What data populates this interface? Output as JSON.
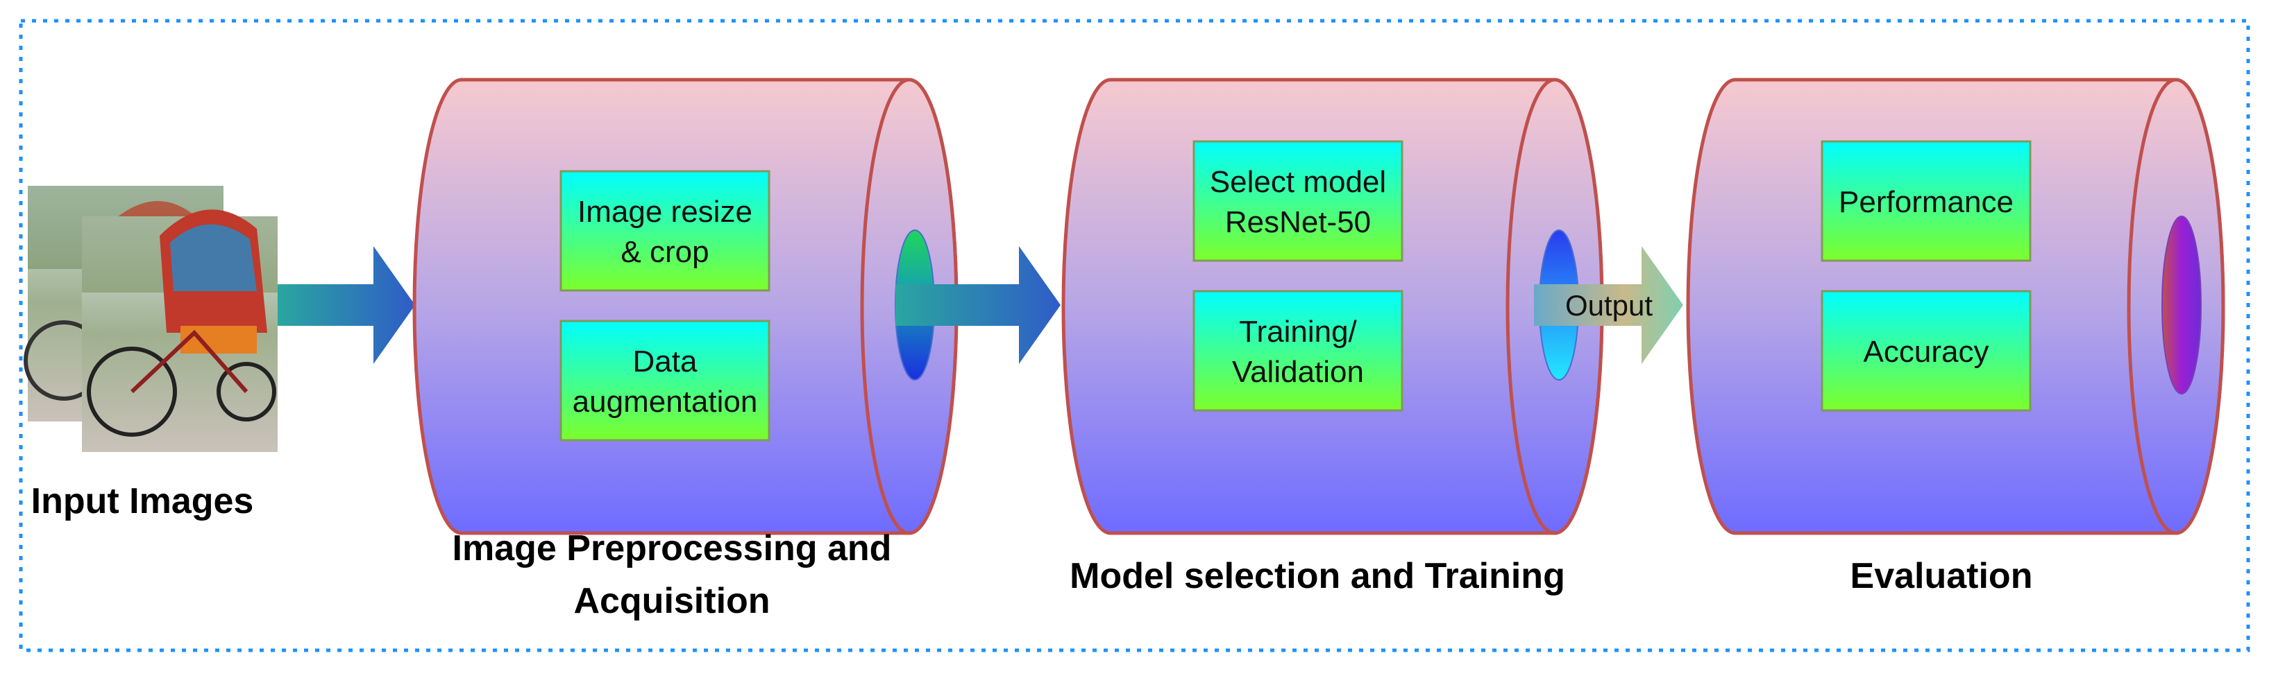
{
  "input": {
    "label": "Input Images"
  },
  "stages": [
    {
      "title_line1": "Image Preprocessing and",
      "title_line2": "Acquisition",
      "boxes": [
        {
          "line1": "Image resize",
          "line2": "& crop"
        },
        {
          "line1": "Data",
          "line2": "augmentation"
        }
      ]
    },
    {
      "title_line1": "Model selection and Training",
      "boxes": [
        {
          "line1": "Select model",
          "line2": "ResNet-50"
        },
        {
          "line1": "Training/",
          "line2": "Validation"
        }
      ]
    },
    {
      "title_line1": "Evaluation",
      "boxes": [
        {
          "line1": "Performance"
        },
        {
          "line1": "Accuracy"
        }
      ]
    }
  ],
  "connector": {
    "output_label": "Output"
  },
  "colors": {
    "frame": "#1e90ff",
    "cylinder_top": "#f6c9cf",
    "cylinder_bottom": "#6f6cff",
    "cylinder_stroke": "#c0504d",
    "box_top": "#00ffff",
    "box_bottom": "#7cff2a",
    "arrow_start": "#2aa6a0",
    "arrow_end": "#2f5cc7"
  }
}
